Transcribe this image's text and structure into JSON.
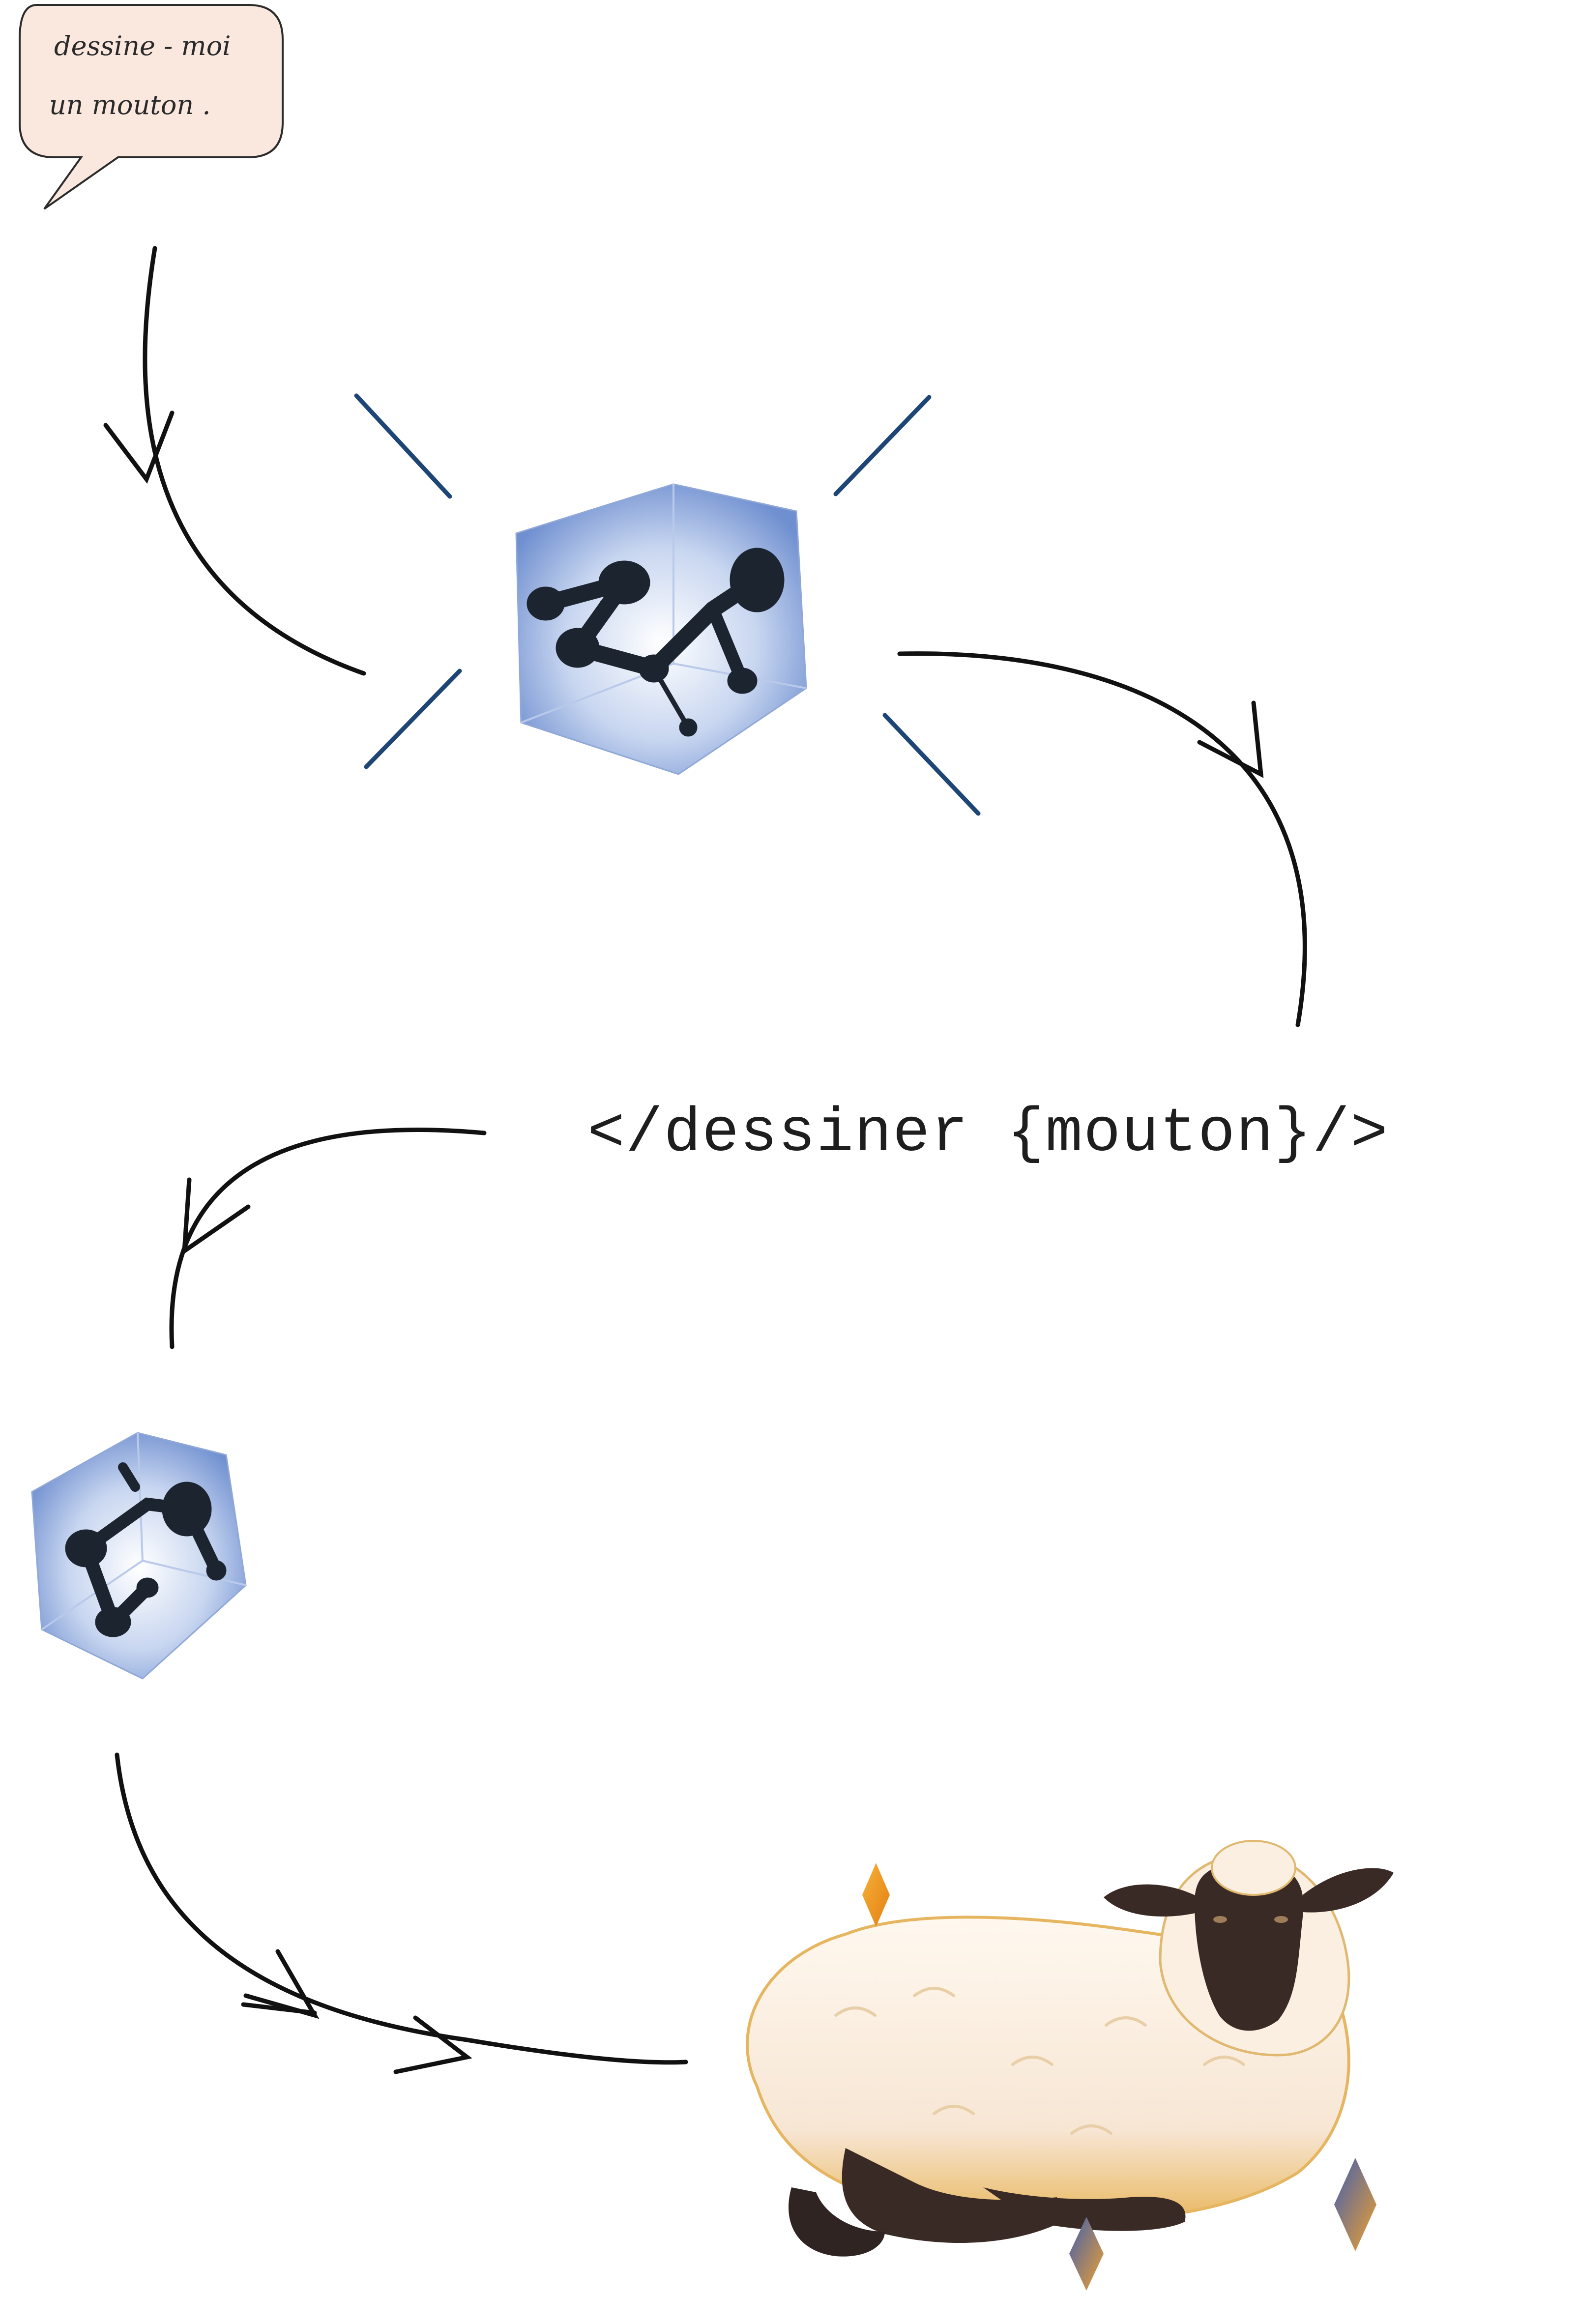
{
  "speech_bubble": {
    "line1": "dessine - moi",
    "line2": "un  mouton ."
  },
  "code_label": "</dessiner {mouton}/>",
  "icons": {
    "model_cube_large": "model-cube-icon",
    "model_cube_small": "model-cube-icon",
    "sheep": "sheep-illustration",
    "sparkles": "sparkle-icon"
  },
  "colors": {
    "line": "#111111",
    "burst": "#1d4575",
    "bubble_fill": "#fae8de",
    "cube_blue": "#8aa8dc",
    "cube_blob": "#1c2430",
    "sparkle_orange": "#ef9a22",
    "sparkle_blue": "#4060a8",
    "sheep_wool": "#faefe2",
    "sheep_dark": "#3a2a26"
  }
}
